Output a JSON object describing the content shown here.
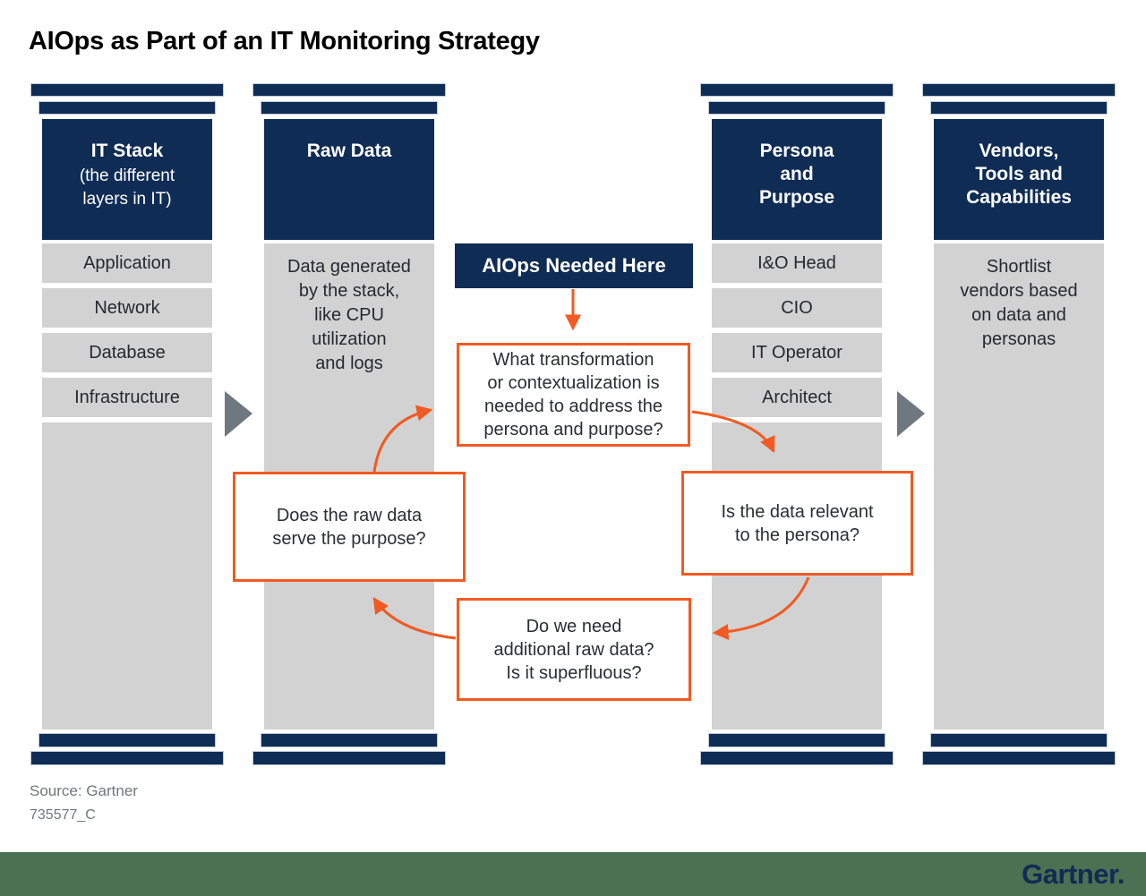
{
  "title": "AIOps as Part of an IT Monitoring Strategy",
  "colors": {
    "navy": "#0f2c55",
    "pillar_gray": "#d2d2d2",
    "accent_orange": "#f15a22",
    "flow_triangle_gray": "#6f7880",
    "footer_green": "#4b7052",
    "source_text_gray": "#71767e"
  },
  "pillars": [
    {
      "title": "IT Stack",
      "subtitle": "(the different\nlayers in IT)",
      "rows": [
        "Application",
        "Network",
        "Database",
        "Infrastructure"
      ]
    },
    {
      "title": "Raw Data",
      "body": "Data generated\nby the stack,\nlike CPU\nutilization\nand logs"
    },
    {
      "title": "Persona\nand\nPurpose",
      "rows": [
        "I&O Head",
        "CIO",
        "IT Operator",
        "Architect"
      ]
    },
    {
      "title": "Vendors,\nTools and\nCapabilities",
      "body": "Shortlist\nvendors based\non data and\npersonas"
    }
  ],
  "callout": {
    "label": "AIOps Needed Here"
  },
  "cycle_boxes": {
    "transformation": "What transformation\nor contextualization is\nneeded to address the\npersona and purpose?",
    "relevant": "Is the data relevant\nto the persona?",
    "additional": "Do we need\nadditional raw data?\nIs it superfluous?",
    "serve": "Does the raw data\nserve the purpose?"
  },
  "footer": {
    "source": "Source: Gartner",
    "code": "735577_C",
    "logo": "Gartner."
  }
}
